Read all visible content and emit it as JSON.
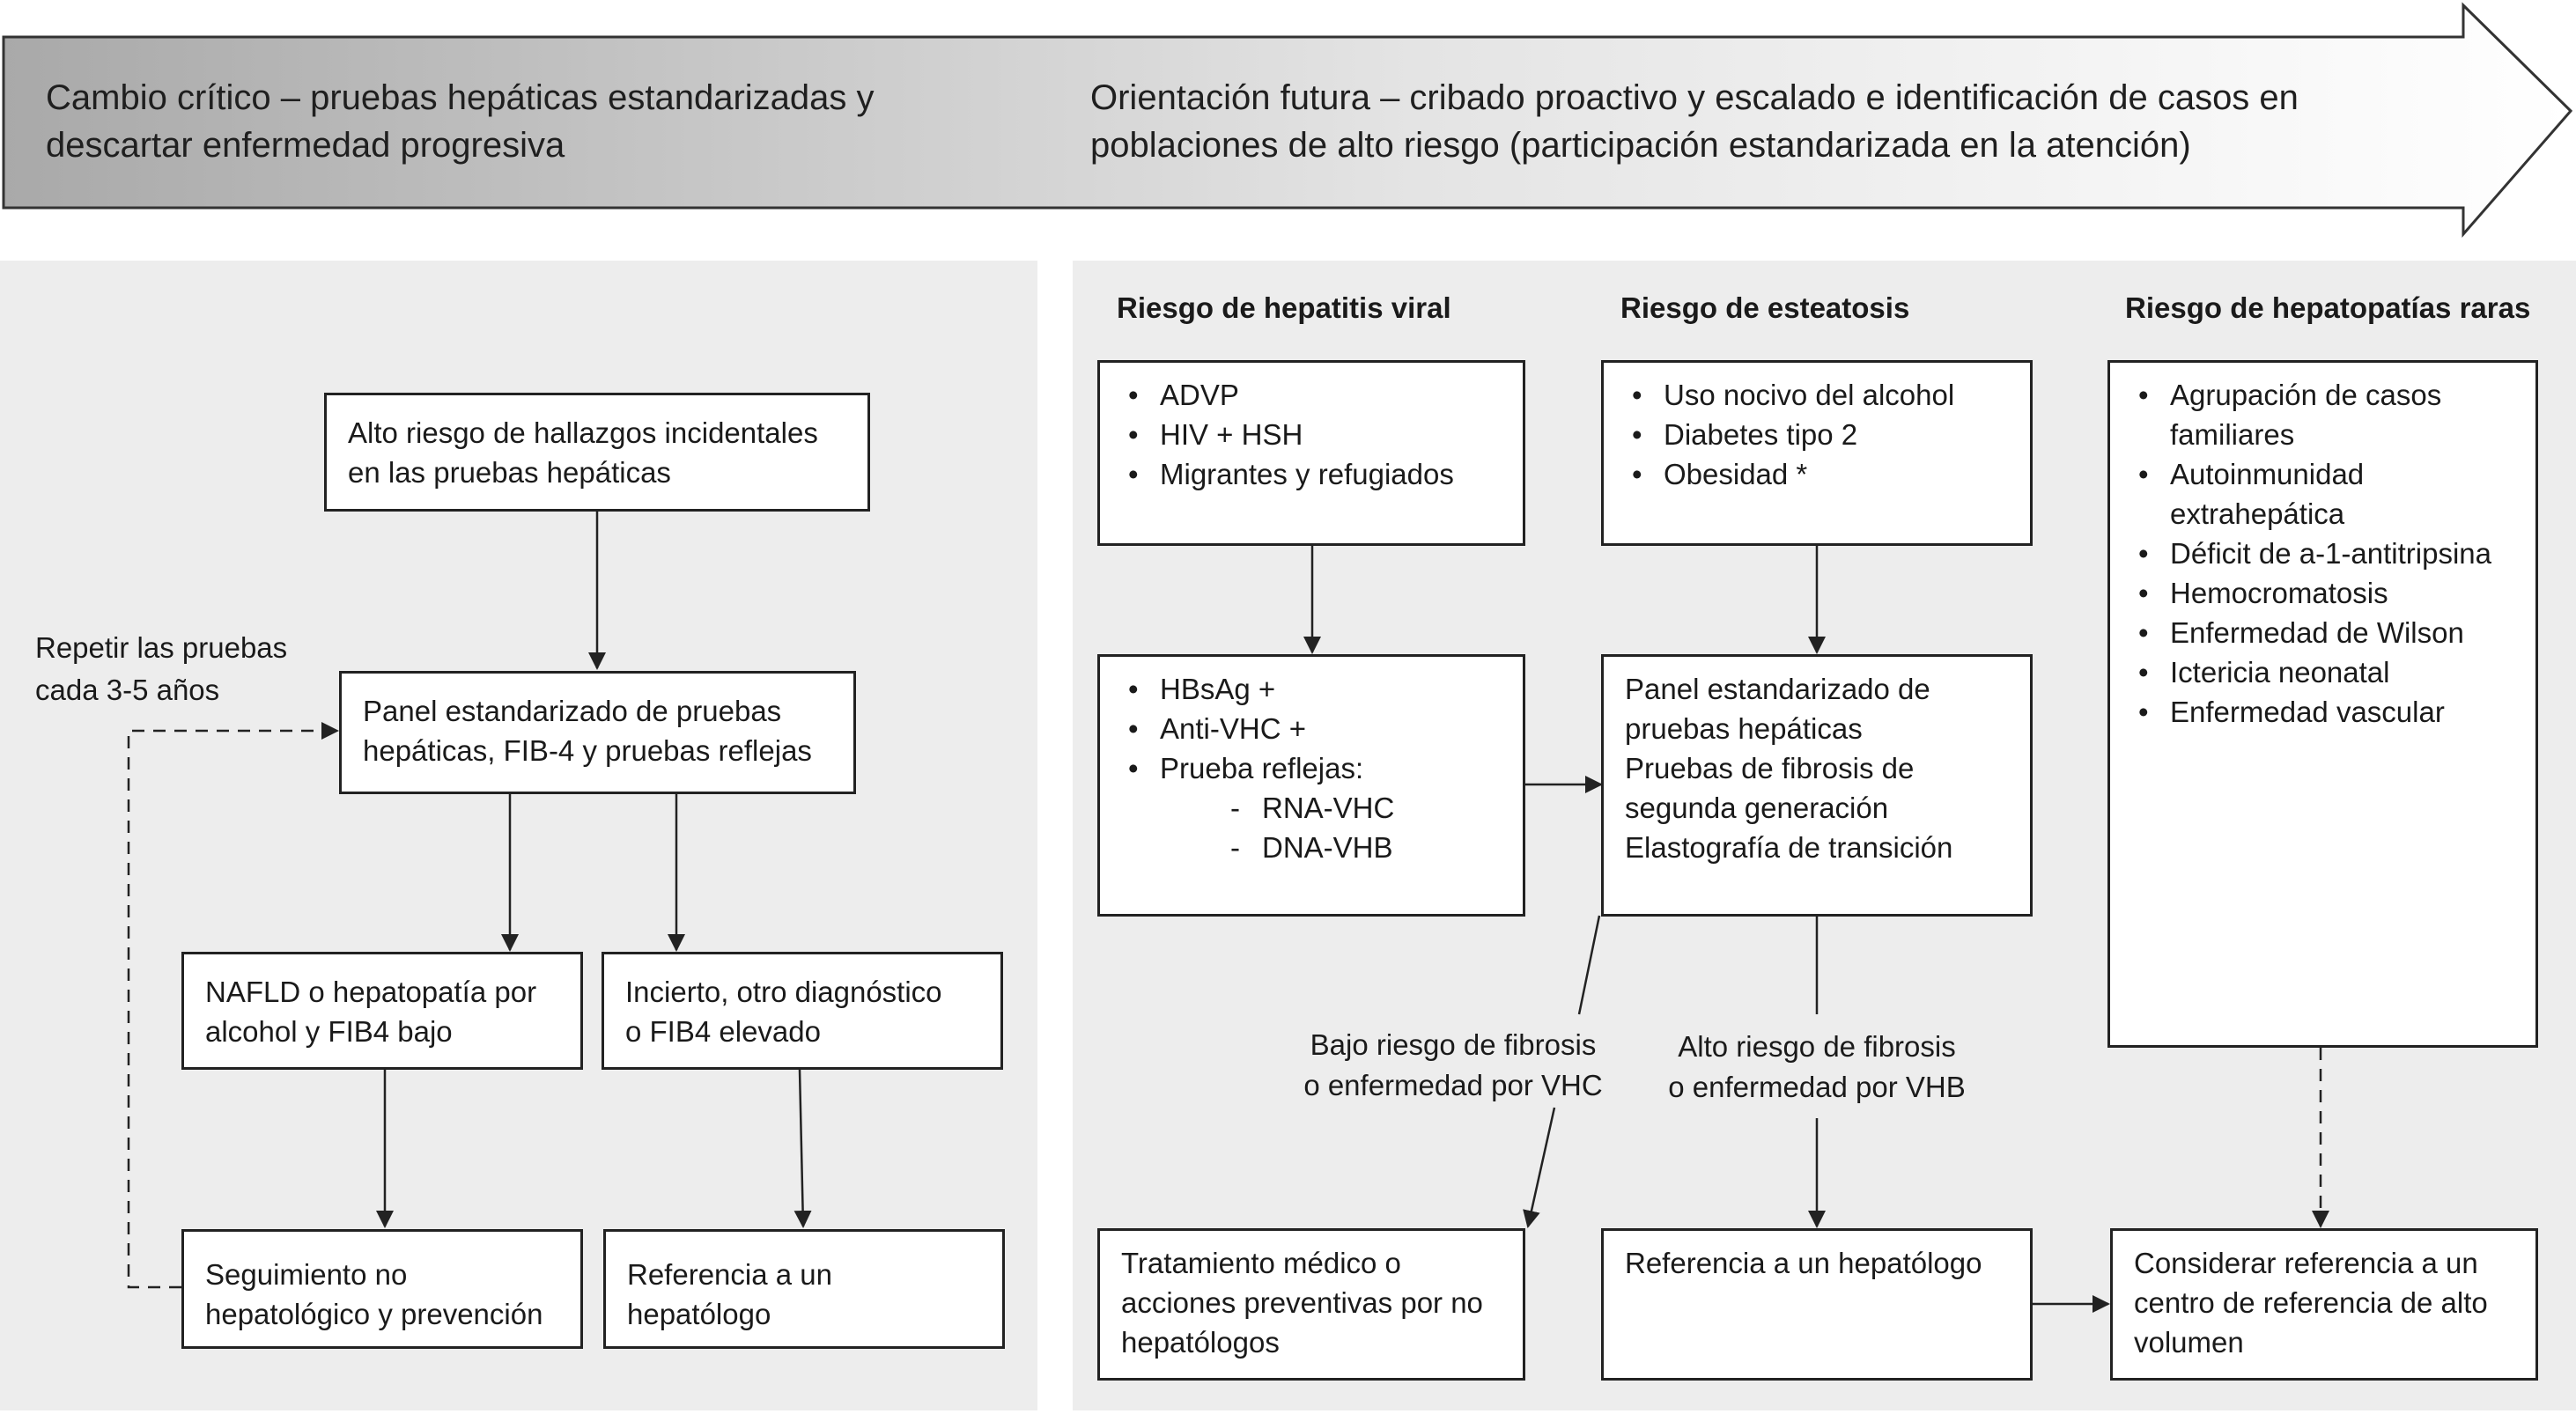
{
  "banner": {
    "left_text": [
      "Cambio crítico – pruebas hepáticas estandarizadas y",
      "descartar enfermedad progresiva"
    ],
    "right_text": [
      "Orientación futura – cribado proactivo y escalado e identificación de casos en",
      "poblaciones de alto riesgo (participación estandarizada en la atención)"
    ]
  },
  "left_panel": {
    "box_high_risk": [
      "Alto riesgo de hallazgos incidentales",
      "en las pruebas hepáticas"
    ],
    "repeat_note": [
      "Repetir las pruebas",
      "cada 3-5 años"
    ],
    "box_panel": [
      "Panel estandarizado de pruebas",
      "hepáticas, FIB-4 y pruebas reflejas"
    ],
    "box_nafld": [
      "NAFLD o hepatopatía por",
      "alcohol y FIB4 bajo"
    ],
    "box_uncertain": [
      "Incierto, otro  diagnóstico",
      "o FIB4 elevado"
    ],
    "box_followup": [
      "Seguimiento no",
      "hepatológico y prevención"
    ],
    "box_referral": [
      "Referencia a un",
      "hepatólogo"
    ]
  },
  "right_panel": {
    "headings": {
      "viral": "Riesgo de hepatitis viral",
      "steatosis": "Riesgo de esteatosis",
      "rare": "Riesgo de hepatopatías raras"
    },
    "viral_risks": [
      "ADVP",
      "HIV + HSH",
      "Migrantes y refugiados"
    ],
    "steatosis_risks": [
      "Uso nocivo del alcohol",
      "Diabetes tipo 2",
      "Obesidad *"
    ],
    "rare_risks": [
      [
        "Agrupación de casos",
        "familiares"
      ],
      [
        "Autoinmunidad",
        "extrahepática"
      ],
      [
        "Déficit de a-1-antitripsina"
      ],
      [
        "Hemocromatosis"
      ],
      [
        "Enfermedad de Wilson"
      ],
      [
        "Ictericia neonatal"
      ],
      [
        "Enfermedad vascular"
      ]
    ],
    "viral_tests": {
      "items": [
        "HBsAg +",
        "Anti-VHC +",
        "Prueba  reflejas:"
      ],
      "subitems": [
        "RNA-VHC",
        "DNA-VHB"
      ]
    },
    "standard_panel": [
      "Panel estandarizado de",
      "pruebas hepáticas",
      "Pruebas de fibrosis de",
      "segunda generación",
      "Elastografía de transición"
    ],
    "low_risk_label": [
      "Bajo riesgo de fibrosis",
      "o enfermedad por VHC"
    ],
    "high_risk_label": [
      "Alto riesgo de fibrosis",
      "o enfermedad por VHB"
    ],
    "box_treatment": [
      "Tratamiento médico o",
      "acciones preventivas por no",
      "hepatólogos"
    ],
    "box_hepatologist": [
      "Referencia a un hepatólogo"
    ],
    "box_center": [
      "Considerar referencia a un",
      "centro de referencia de alto",
      "volumen"
    ]
  },
  "colors": {
    "panel_background": "#ededed",
    "banner_gradient_dark": "#a9a9a9",
    "banner_gradient_light": "#ffffff",
    "stroke": "#222222"
  }
}
